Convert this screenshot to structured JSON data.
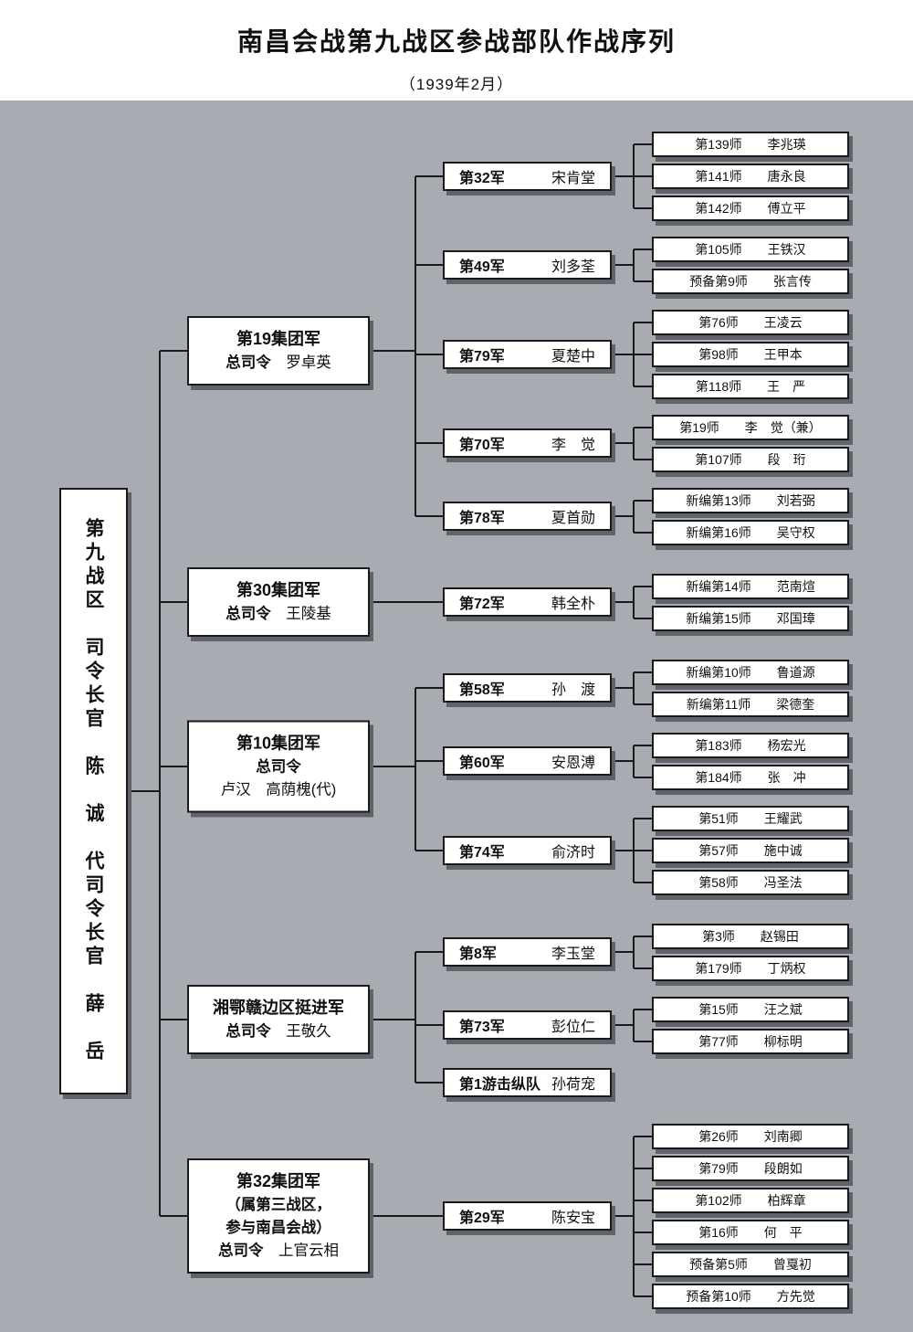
{
  "title": "南昌会战第九战区参战部队作战序列",
  "subtitle": "（1939年2月）",
  "colors": {
    "panel_bg": "#a8acb2",
    "box_bg": "#ffffff",
    "box_border": "#1a1a1a",
    "connector": "#1a1a1a",
    "shadow": "#5f646b"
  },
  "root": {
    "text": "第九战区　司令长官　陈　诚　代司令长官　薛　岳"
  },
  "groups": [
    {
      "lines": [
        [
          {
            "t": "第19集团军",
            "b": 1
          }
        ],
        [
          {
            "t": "总司令",
            "b": 1
          },
          {
            "t": "　罗卓英",
            "b": 0
          }
        ]
      ],
      "armies": [
        {
          "label": "第32军",
          "commander": "宋肯堂",
          "divisions": [
            {
              "label": "第139师",
              "commander": "李兆瑛"
            },
            {
              "label": "第141师",
              "commander": "唐永良"
            },
            {
              "label": "第142师",
              "commander": "傅立平"
            }
          ]
        },
        {
          "label": "第49军",
          "commander": "刘多荃",
          "divisions": [
            {
              "label": "第105师",
              "commander": "王铁汉"
            },
            {
              "label": "预备第9师",
              "commander": "张言传"
            }
          ]
        },
        {
          "label": "第79军",
          "commander": "夏楚中",
          "divisions": [
            {
              "label": "第76师",
              "commander": "王凌云"
            },
            {
              "label": "第98师",
              "commander": "王甲本"
            },
            {
              "label": "第118师",
              "commander": "王　严"
            }
          ]
        },
        {
          "label": "第70军",
          "commander": "李　觉",
          "divisions": [
            {
              "label": "第19师",
              "commander": "李　觉（兼）"
            },
            {
              "label": "第107师",
              "commander": "段　珩"
            }
          ]
        },
        {
          "label": "第78军",
          "commander": "夏首勋",
          "divisions": [
            {
              "label": "新编第13师",
              "commander": "刘若弼"
            },
            {
              "label": "新编第16师",
              "commander": "吴守权"
            }
          ]
        }
      ]
    },
    {
      "lines": [
        [
          {
            "t": "第30集团军",
            "b": 1
          }
        ],
        [
          {
            "t": "总司令",
            "b": 1
          },
          {
            "t": "　王陵基",
            "b": 0
          }
        ]
      ],
      "armies": [
        {
          "label": "第72军",
          "commander": "韩全朴",
          "divisions": [
            {
              "label": "新编第14师",
              "commander": "范南煊"
            },
            {
              "label": "新编第15师",
              "commander": "邓国璋"
            }
          ]
        }
      ]
    },
    {
      "lines": [
        [
          {
            "t": "第10集团军",
            "b": 1
          }
        ],
        [
          {
            "t": "总司令",
            "b": 1
          }
        ],
        [
          {
            "t": "卢汉　高荫槐(代)",
            "b": 0
          }
        ]
      ],
      "armies": [
        {
          "label": "第58军",
          "commander": "孙　渡",
          "divisions": [
            {
              "label": "新编第10师",
              "commander": "鲁道源"
            },
            {
              "label": "新编第11师",
              "commander": "梁德奎"
            }
          ]
        },
        {
          "label": "第60军",
          "commander": "安恩溥",
          "divisions": [
            {
              "label": "第183师",
              "commander": "杨宏光"
            },
            {
              "label": "第184师",
              "commander": "张　冲"
            }
          ]
        },
        {
          "label": "第74军",
          "commander": "俞济时",
          "divisions": [
            {
              "label": "第51师",
              "commander": "王耀武"
            },
            {
              "label": "第57师",
              "commander": "施中诚"
            },
            {
              "label": "第58师",
              "commander": "冯圣法"
            }
          ]
        }
      ]
    },
    {
      "lines": [
        [
          {
            "t": "湘鄂赣边区挺进军",
            "b": 1
          }
        ],
        [
          {
            "t": "总司令",
            "b": 1
          },
          {
            "t": "　王敬久",
            "b": 0
          }
        ]
      ],
      "armies": [
        {
          "label": "第8军",
          "commander": "李玉堂",
          "divisions": [
            {
              "label": "第3师",
              "commander": "赵锡田"
            },
            {
              "label": "第179师",
              "commander": "丁炳权"
            }
          ]
        },
        {
          "label": "第73军",
          "commander": "彭位仁",
          "divisions": [
            {
              "label": "第15师",
              "commander": "汪之斌"
            },
            {
              "label": "第77师",
              "commander": "柳标明"
            }
          ]
        },
        {
          "label": "第1游击纵队",
          "commander": "孙荷宠",
          "divisions": []
        }
      ]
    },
    {
      "lines": [
        [
          {
            "t": "第32集团军",
            "b": 1
          }
        ],
        [
          {
            "t": "（属第三战区，",
            "b": 1
          }
        ],
        [
          {
            "t": "参与南昌会战）",
            "b": 1
          }
        ],
        [
          {
            "t": "总司令",
            "b": 1
          },
          {
            "t": "　上官云相",
            "b": 0
          }
        ]
      ],
      "armies": [
        {
          "label": "第29军",
          "commander": "陈安宝",
          "divisions": [
            {
              "label": "第26师",
              "commander": "刘南卿"
            },
            {
              "label": "第79师",
              "commander": "段朗如"
            },
            {
              "label": "第102师",
              "commander": "柏辉章"
            },
            {
              "label": "第16师",
              "commander": "何　平"
            },
            {
              "label": "预备第5师",
              "commander": "曾戛初"
            },
            {
              "label": "预备第10师",
              "commander": "方先觉"
            }
          ]
        }
      ]
    }
  ]
}
